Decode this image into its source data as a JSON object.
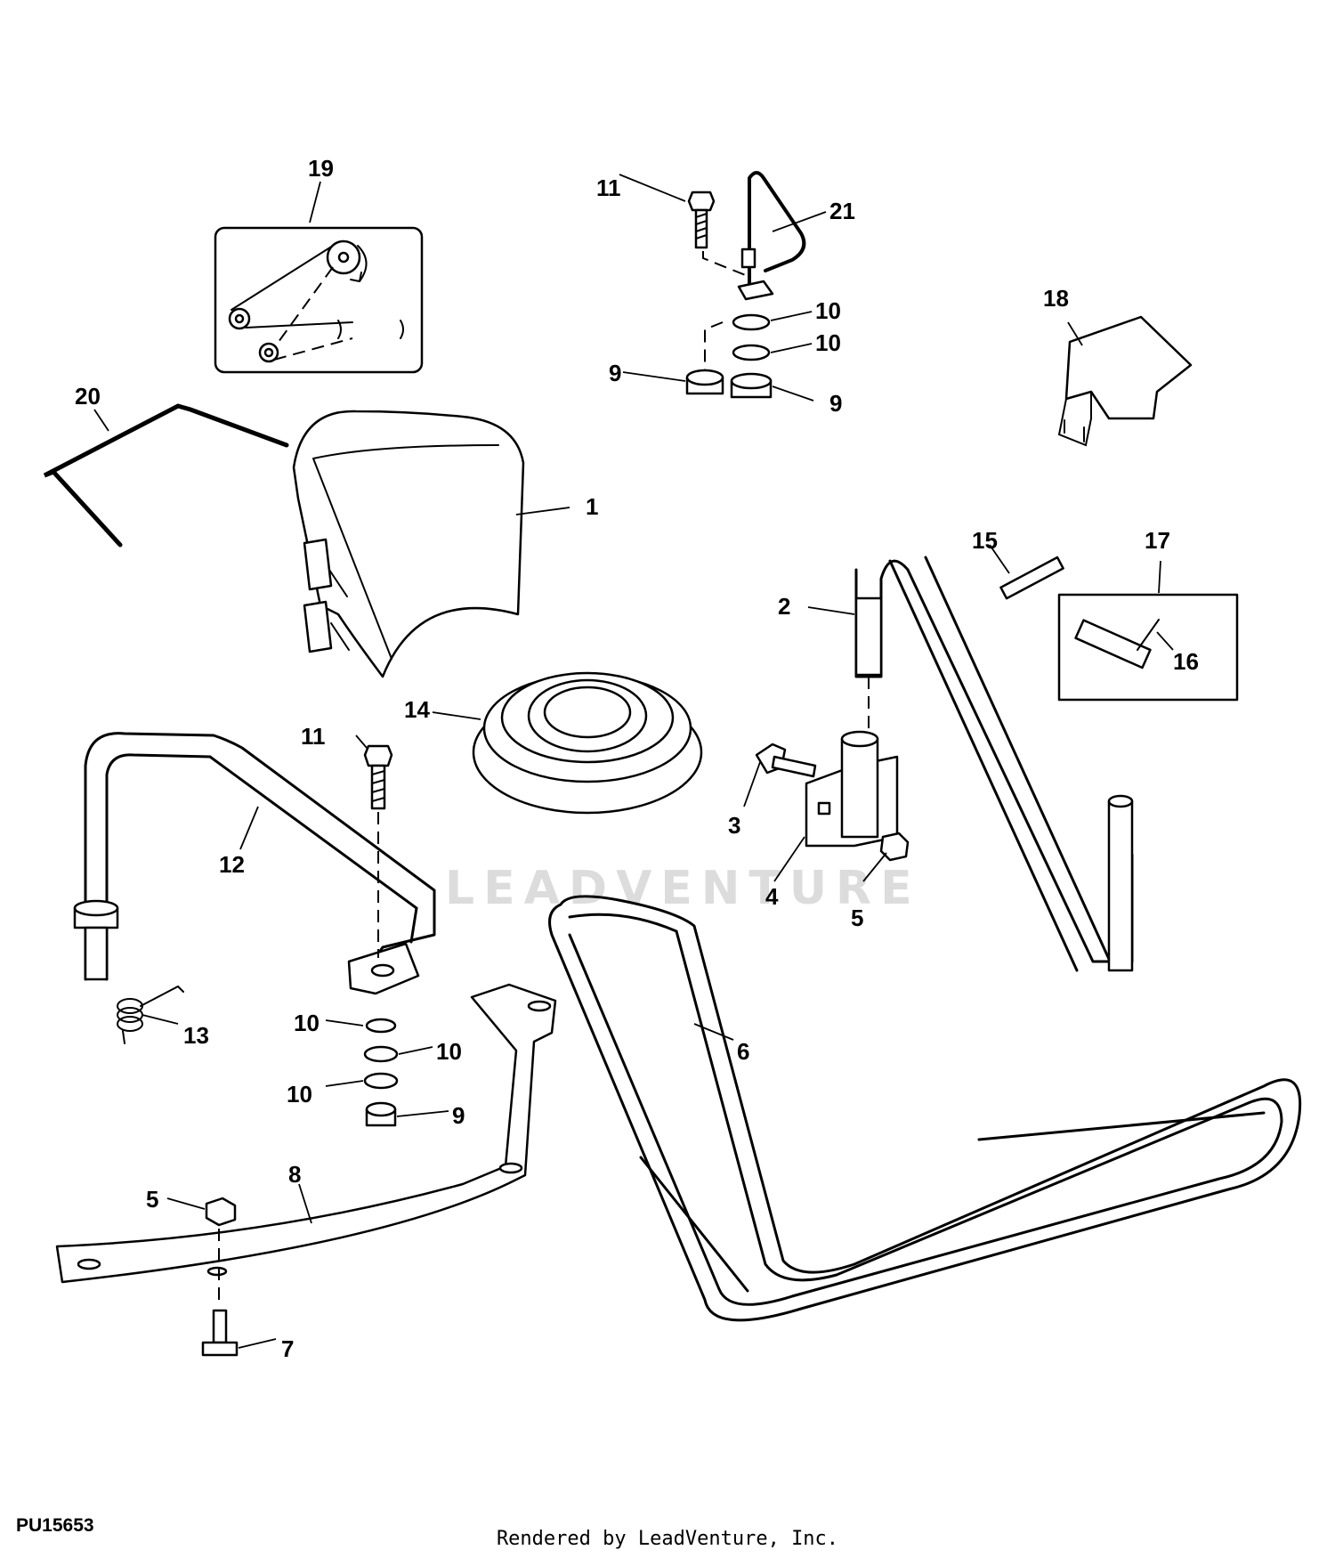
{
  "diagram": {
    "figure_code": "PU15653",
    "watermark": "LEADVENTURE",
    "footer": "Rendered by LeadVenture, Inc.",
    "callouts": {
      "p1": "1",
      "p2": "2",
      "p3": "3",
      "p4": "4",
      "p5a": "5",
      "p5b": "5",
      "p6": "6",
      "p7": "7",
      "p8": "8",
      "p9a": "9",
      "p9b": "9",
      "p9c": "9",
      "p10a": "10",
      "p10b": "10",
      "p10c": "10",
      "p10d": "10",
      "p10e": "10",
      "p11a": "11",
      "p11b": "11",
      "p12": "12",
      "p13": "13",
      "p14": "14",
      "p15": "15",
      "p16": "16",
      "p17": "17",
      "p18": "18",
      "p19": "19",
      "p20": "20",
      "p21": "21"
    }
  }
}
